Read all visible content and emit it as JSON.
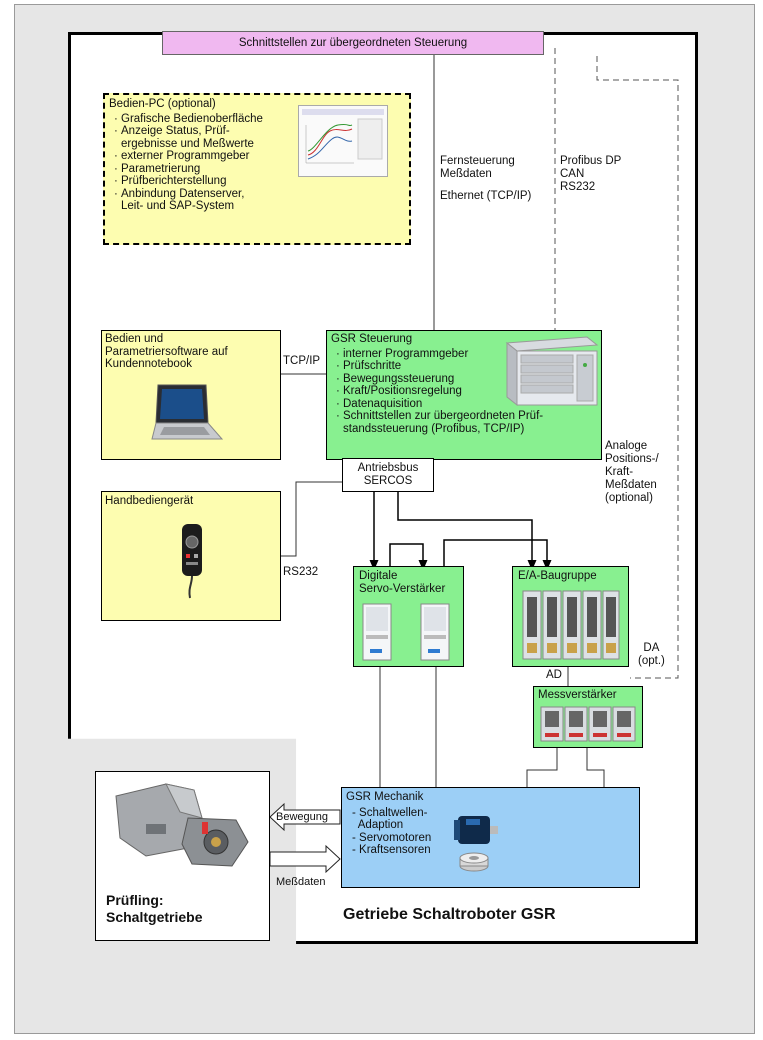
{
  "top_bar": {
    "label": "Schnittstellen zur übergeordneten Steuerung"
  },
  "bedien_pc": {
    "title": "Bedien-PC (optional)",
    "items": [
      "Grafische Bedienoberfläche",
      "Anzeige Status, Prüf-\nergebnisse und Meßwerte",
      "externer Programmgeber",
      "Parametrierung",
      "Prüfberichterstellung",
      "Anbindung Datenserver,\nLeit- und SAP-System"
    ]
  },
  "links": {
    "remote_line1": "Fernsteuerung",
    "remote_line2": "Meßdaten",
    "ethernet": "Ethernet (TCP/IP)",
    "fieldbus": [
      "Profibus DP",
      "CAN",
      "RS232"
    ],
    "tcpip": "TCP/IP",
    "rs232": "RS232",
    "analog": [
      "Analoge",
      "Positions-/",
      "Kraft-",
      "Meßdaten",
      "(optional)"
    ],
    "da": [
      "DA",
      "(opt.)"
    ],
    "ad": "AD",
    "bewegung": "Bewegung",
    "messdaten": "Meßdaten"
  },
  "notebook_box": {
    "title": "Bedien und\nParametriersoftware auf\nKundennotebook"
  },
  "handheld_box": {
    "title": "Handbediengerät"
  },
  "controller": {
    "title": "GSR Steuerung",
    "items": [
      "interner Programmgeber",
      "Prüfschritte",
      "Bewegungssteuerung",
      "Kraft/Positionsregelung",
      "Datenaquisition",
      "Schnittstellen zur übergeordneten  Prüf-\nstandssteuerung (Profibus, TCP/IP)"
    ]
  },
  "drive_bus": {
    "line1": "Antriebsbus",
    "line2": "SERCOS"
  },
  "servo_box": {
    "title": "Digitale\nServo-Verstärker"
  },
  "io_box": {
    "title": "E/A-Baugruppe"
  },
  "amp_box": {
    "title": "Messverstärker"
  },
  "mechanics": {
    "title": "GSR Mechanik",
    "items": [
      "- Schaltwellen-\n  Adaption",
      "- Servomotoren",
      "- Kraftsensoren"
    ]
  },
  "specimen": {
    "title": "Prüfling:\nSchaltgetriebe"
  },
  "system_title": "Getriebe Schaltroboter GSR",
  "colors": {
    "pink": "#f0b8f0",
    "yellow": "#fdfdb0",
    "green": "#88f090",
    "blue": "#9ccff6",
    "background": "#e6e6e6"
  }
}
